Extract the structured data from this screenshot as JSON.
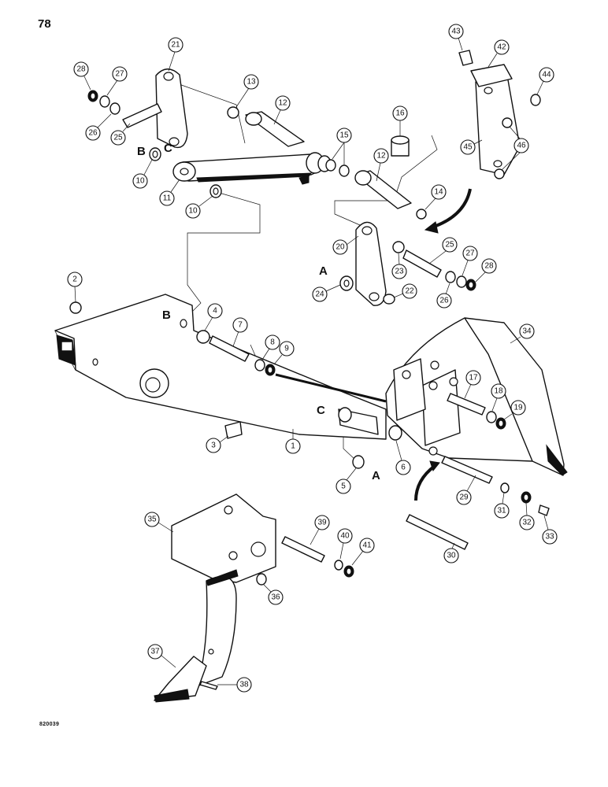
{
  "page_number": "78",
  "figure_code": "820039",
  "callouts": [
    {
      "n": "1"
    },
    {
      "n": "2"
    },
    {
      "n": "3"
    },
    {
      "n": "4"
    },
    {
      "n": "5"
    },
    {
      "n": "6"
    },
    {
      "n": "7"
    },
    {
      "n": "8"
    },
    {
      "n": "9"
    },
    {
      "n": "10"
    },
    {
      "n": "10"
    },
    {
      "n": "11"
    },
    {
      "n": "12"
    },
    {
      "n": "12"
    },
    {
      "n": "13"
    },
    {
      "n": "14"
    },
    {
      "n": "15"
    },
    {
      "n": "16"
    },
    {
      "n": "17"
    },
    {
      "n": "18"
    },
    {
      "n": "19"
    },
    {
      "n": "20"
    },
    {
      "n": "21"
    },
    {
      "n": "22"
    },
    {
      "n": "23"
    },
    {
      "n": "24"
    },
    {
      "n": "25"
    },
    {
      "n": "25"
    },
    {
      "n": "26"
    },
    {
      "n": "26"
    },
    {
      "n": "27"
    },
    {
      "n": "27"
    },
    {
      "n": "28"
    },
    {
      "n": "28"
    },
    {
      "n": "29"
    },
    {
      "n": "30"
    },
    {
      "n": "31"
    },
    {
      "n": "32"
    },
    {
      "n": "33"
    },
    {
      "n": "34"
    },
    {
      "n": "35"
    },
    {
      "n": "36"
    },
    {
      "n": "37"
    },
    {
      "n": "38"
    },
    {
      "n": "39"
    },
    {
      "n": "40"
    },
    {
      "n": "41"
    },
    {
      "n": "42"
    },
    {
      "n": "43"
    },
    {
      "n": "44"
    },
    {
      "n": "45"
    },
    {
      "n": "46"
    }
  ],
  "reference_letters": [
    "B",
    "C",
    "A",
    "B",
    "C",
    "A"
  ]
}
